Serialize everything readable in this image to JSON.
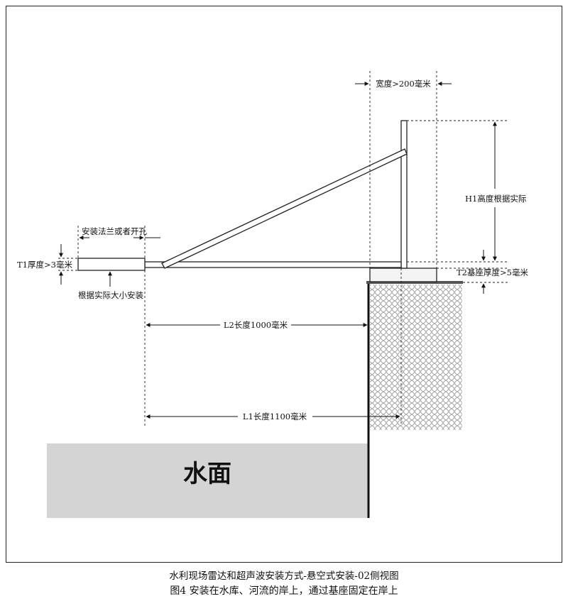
{
  "labels": {
    "width": "宽度>200毫米",
    "h1_height": "H1高度根据实际",
    "flange": "安装法兰或者开孔",
    "t1_thickness": "T1厚度>3毫米",
    "t2_base_thickness": "T2基座厚度>5毫米",
    "install_by_size": "根据实际大小安装",
    "l2_length": "L2长度1000毫米",
    "l1_length": "L1长度1100毫米",
    "water_surface": "水面"
  },
  "caption": {
    "line1": "水利现场雷达和超声波安装方式-悬空式安装-02侧视图",
    "line2": "图4  安装在水库、河流的岸上，通过基座固定在岸上"
  },
  "colors": {
    "line": "#222222",
    "water_fill": "#d4d4d4",
    "mesh": "#9a9a9a",
    "base_fill": "#f4f4f4"
  }
}
